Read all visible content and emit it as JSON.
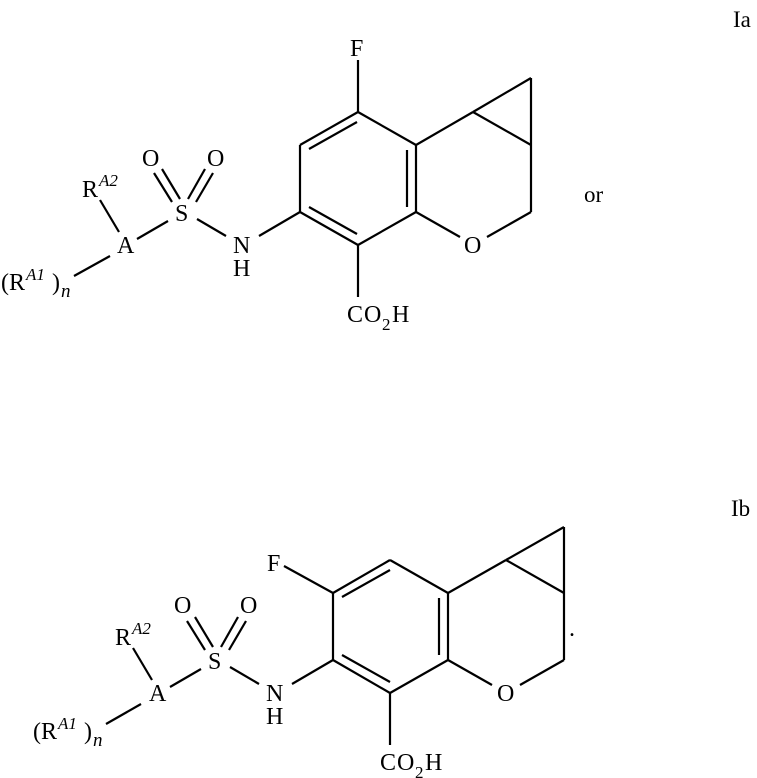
{
  "figure": {
    "type": "chemical-structure-figure",
    "structures": [
      {
        "id": "Ia",
        "label": "Ia",
        "connector_text": "or",
        "atoms": {
          "fluorine": "F",
          "ring_oxygen": "O",
          "sulfonyl_oxygen_left": "O",
          "sulfonyl_oxygen_right": "O",
          "sulfur": "S",
          "nitrogen": "N",
          "nitrogen_hydrogen": "H",
          "ring_group": "A"
        },
        "substituents": {
          "ra2": {
            "base": "R",
            "superscript": "A2"
          },
          "ra1": {
            "open": "(",
            "base": "R",
            "superscript": "A1",
            "close": ")",
            "subscript": "n"
          },
          "carboxylic_acid": {
            "c": "C",
            "o": "O",
            "sub": "2",
            "h": "H"
          }
        }
      },
      {
        "id": "Ib",
        "label": "Ib",
        "terminal_punctuation": ".",
        "atoms": {
          "fluorine": "F",
          "ring_oxygen": "O",
          "sulfonyl_oxygen_left": "O",
          "sulfonyl_oxygen_right": "O",
          "sulfur": "S",
          "nitrogen": "N",
          "nitrogen_hydrogen": "H",
          "ring_group": "A"
        },
        "substituents": {
          "ra2": {
            "base": "R",
            "superscript": "A2"
          },
          "ra1": {
            "open": "(",
            "base": "R",
            "superscript": "A1",
            "close": ")",
            "subscript": "n"
          },
          "carboxylic_acid": {
            "c": "C",
            "o": "O",
            "sub": "2",
            "h": "H"
          }
        }
      }
    ]
  }
}
